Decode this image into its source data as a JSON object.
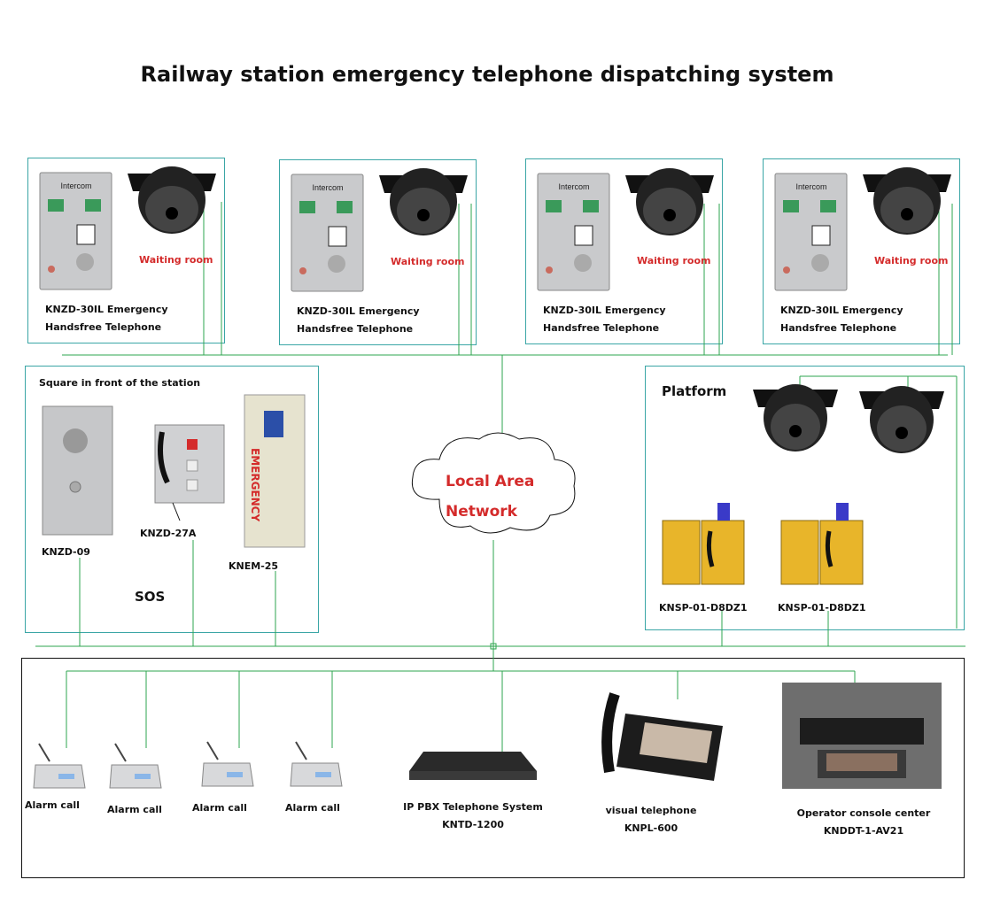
{
  "title": "Railway station emergency telephone dispatching system",
  "waiting_rooms": [
    {
      "device_line1": "KNZD-30IL Emergency",
      "device_line2": "Handsfree Telephone",
      "room_label": "Waiting room",
      "panel_text": "Intercom"
    },
    {
      "device_line1": "KNZD-30IL Emergency",
      "device_line2": "Handsfree Telephone",
      "room_label": "Waiting room",
      "panel_text": "Intercom"
    },
    {
      "device_line1": "KNZD-30IL Emergency",
      "device_line2": "Handsfree Telephone",
      "room_label": "Waiting room",
      "panel_text": "Intercom"
    },
    {
      "device_line1": "KNZD-30IL Emergency",
      "device_line2": "Handsfree Telephone",
      "room_label": "Waiting room",
      "panel_text": "Intercom"
    }
  ],
  "square": {
    "title": "Square in front of the station",
    "devices": [
      "KNZD-09",
      "KNZD-27A",
      "KNEM-25"
    ],
    "sos": "SOS",
    "emergency_text": "EMERGENCY"
  },
  "network": {
    "line1": "Local Area",
    "line2": "Network"
  },
  "platform": {
    "title": "Platform",
    "devices": [
      "KNSP-01-D8DZ1",
      "KNSP-01-D8DZ1"
    ]
  },
  "control": {
    "alarm_calls": [
      "Alarm call",
      "Alarm call",
      "Alarm call",
      "Alarm call"
    ],
    "pbx_line1": "IP PBX Telephone System",
    "pbx_line2": "KNTD-1200",
    "visual_line1": "visual telephone",
    "visual_line2": "KNPL-600",
    "console_line1": "Operator console center",
    "console_line2": "KNDDT-1-AV21"
  },
  "colors": {
    "wire": "#2ea44f",
    "box": "#3aa6a6",
    "accent": "#d42b2b"
  }
}
